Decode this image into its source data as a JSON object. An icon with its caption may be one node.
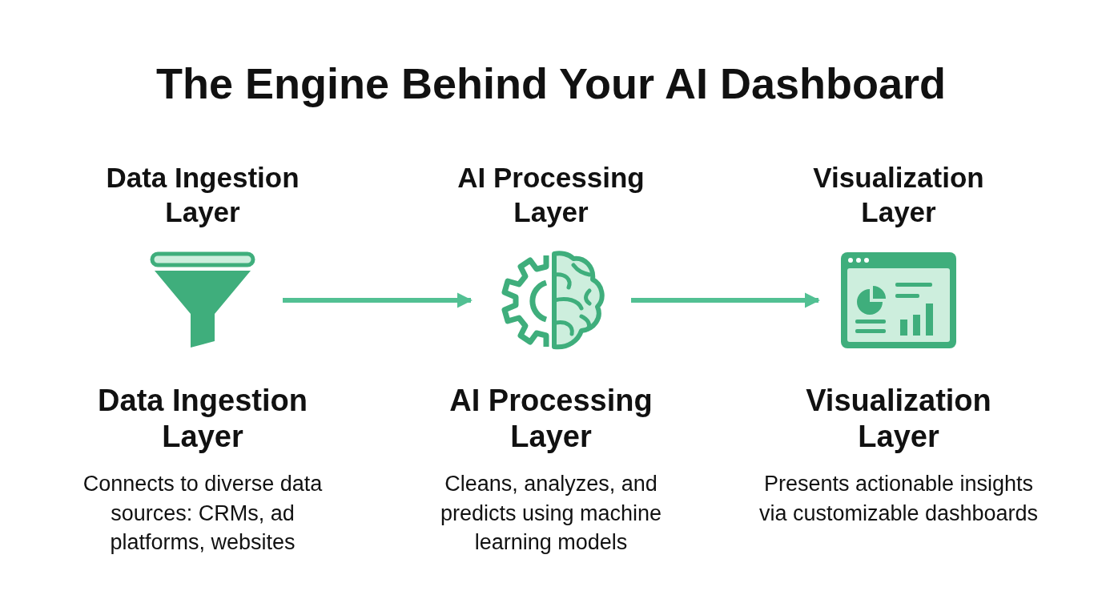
{
  "diagram": {
    "title": "The Engine Behind Your AI Dashboard",
    "nodes": [
      {
        "text": [],
        "shape": "funnel",
        "beside": [
          "Data Ingestion Layer"
        ]
      },
      {
        "text": [],
        "shape": "gear-brain",
        "beside": [
          "AI Processing Layer"
        ]
      },
      {
        "text": [],
        "shape": "dashboard",
        "beside": [
          "Visualization Layer"
        ]
      }
    ],
    "edges": [
      {
        "from": 0,
        "to": 1,
        "arrow": "to"
      },
      {
        "from": 1,
        "to": 2,
        "arrow": "to"
      }
    ],
    "labels": [
      "Data Ingestion Layer",
      "Connects to diverse data sources: CRMs, ad platforms, websites",
      "AI Processing Layer",
      "Cleans, analyzes, and predicts using machine learning models",
      "Visualization Layer",
      "Presents actionable insights via customizable dashboards"
    ]
  }
}
